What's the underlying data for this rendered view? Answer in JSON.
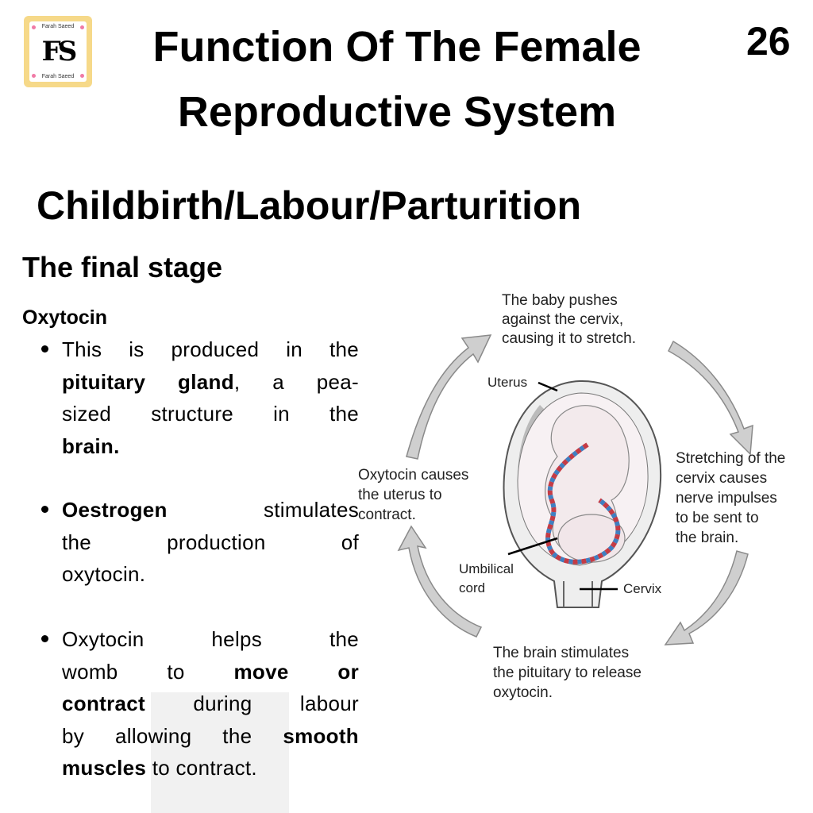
{
  "logo": {
    "name_top": "Farah Saeed",
    "monogram": "FS",
    "name_bottom": "Farah Saeed"
  },
  "header": {
    "title": "Function Of The Female Reproductive System",
    "page_number": "26"
  },
  "section_title": "Childbirth/Labour/Parturition",
  "subsection_title": "The final stage",
  "topic": "Oxytocin",
  "bullets": [
    {
      "lines": [
        [
          "This is produced in the",
          ""
        ],
        [
          "pituitary gland",
          ", a pea-"
        ],
        [
          "sized structure in the",
          ""
        ],
        [
          "brain.",
          ""
        ]
      ]
    },
    {
      "lines": [
        [
          "Oestrogen",
          " stimulates"
        ],
        [
          "the production of",
          ""
        ],
        [
          "oxytocin.",
          ""
        ]
      ]
    },
    {
      "lines": [
        [
          "Oxytocin helps the",
          ""
        ],
        [
          "womb to ",
          "move or"
        ],
        [
          "contract",
          " during labour"
        ],
        [
          "by allowing the ",
          "smooth"
        ],
        [
          "muscles",
          " to contract."
        ]
      ]
    }
  ],
  "diagram": {
    "step_top": [
      "The baby pushes",
      "against the cervix,",
      "causing it to stretch."
    ],
    "step_right": [
      "Stretching of the",
      "cervix causes",
      "nerve impulses",
      "to be sent to",
      "the brain."
    ],
    "step_bottom": [
      "The brain stimulates",
      "the pituitary to release",
      "oxytocin."
    ],
    "step_left": [
      "Oxytocin causes",
      "the uterus to",
      "contract."
    ],
    "label_uterus": "Uterus",
    "label_umbilical": [
      "Umbilical",
      "cord"
    ],
    "label_cervix": "Cervix"
  }
}
